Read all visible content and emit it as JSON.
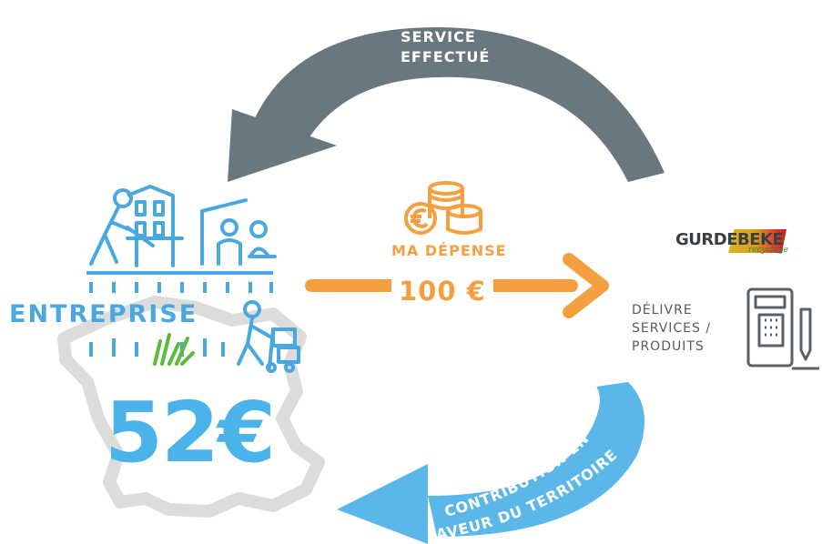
{
  "cycle": {
    "top_arrow_label": [
      "SERVICE",
      "EFFECTUÉ"
    ],
    "bottom_arrow_label": [
      "CONTRIBUTION EN",
      "FAVEUR DU TERRITOIRE"
    ]
  },
  "entreprise": {
    "label": "ENTREPRISE",
    "amount": "52€"
  },
  "expense": {
    "label": "MA DÉPENSE",
    "amount": "100 €"
  },
  "provider": {
    "brand_name": "GURDEBEKE",
    "brand_tagline": "recyclage",
    "services_lines": [
      "DÉLIVRE",
      "SERVICES /",
      "PRODUITS"
    ]
  },
  "colors": {
    "gray_arrow": "#687780",
    "orange": "#f5a040",
    "blue": "#4ab3ea",
    "light_blue": "#5bb7ea",
    "green": "#5bbb3a",
    "map_gray": "#dcdcdc"
  }
}
